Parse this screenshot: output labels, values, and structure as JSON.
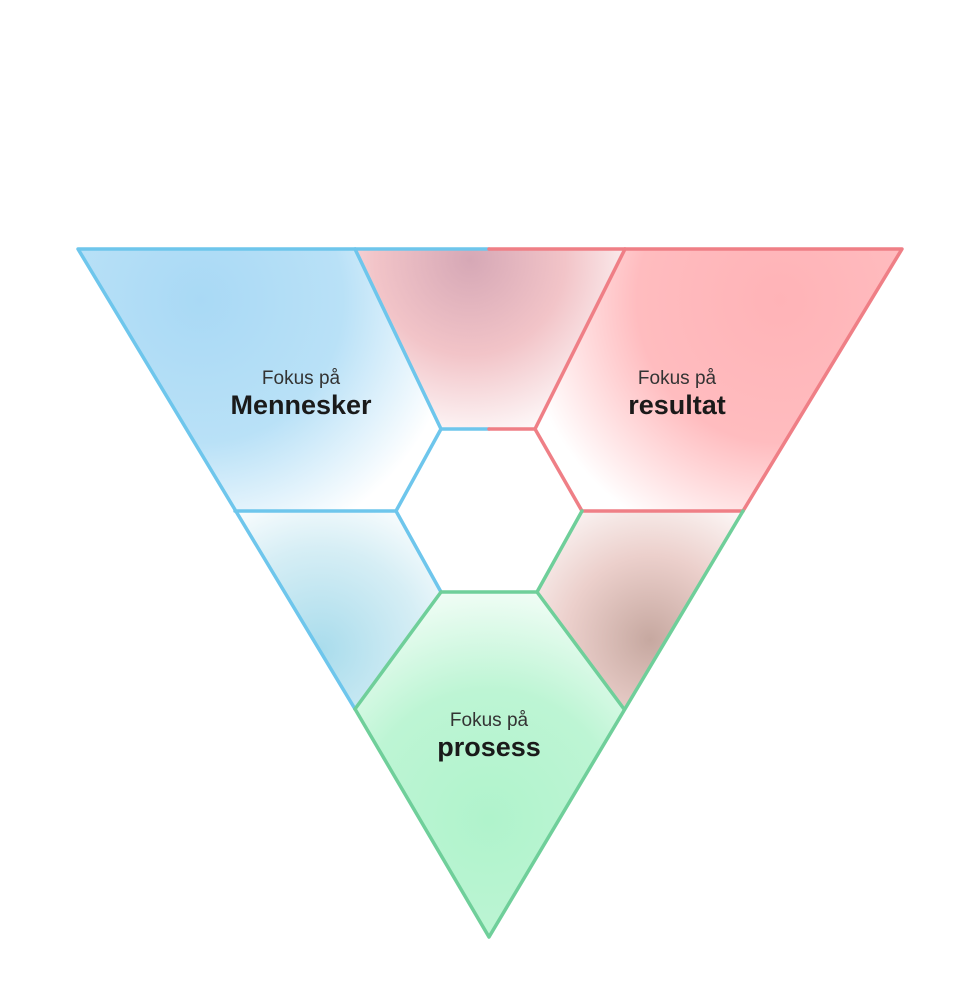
{
  "diagram": {
    "segments": [
      {
        "id": "people",
        "prefix": "Fokus på",
        "title": "Mennesker",
        "color": "#6ec6ec",
        "fill": "#aedcf6"
      },
      {
        "id": "results",
        "prefix": "Fokus på",
        "title": "resultat",
        "color": "#ef7f86",
        "fill": "#ffb6ba"
      },
      {
        "id": "process",
        "prefix": "Fokus på",
        "title": "prosess",
        "color": "#6fcf9a",
        "fill": "#b4f4cf"
      }
    ]
  }
}
